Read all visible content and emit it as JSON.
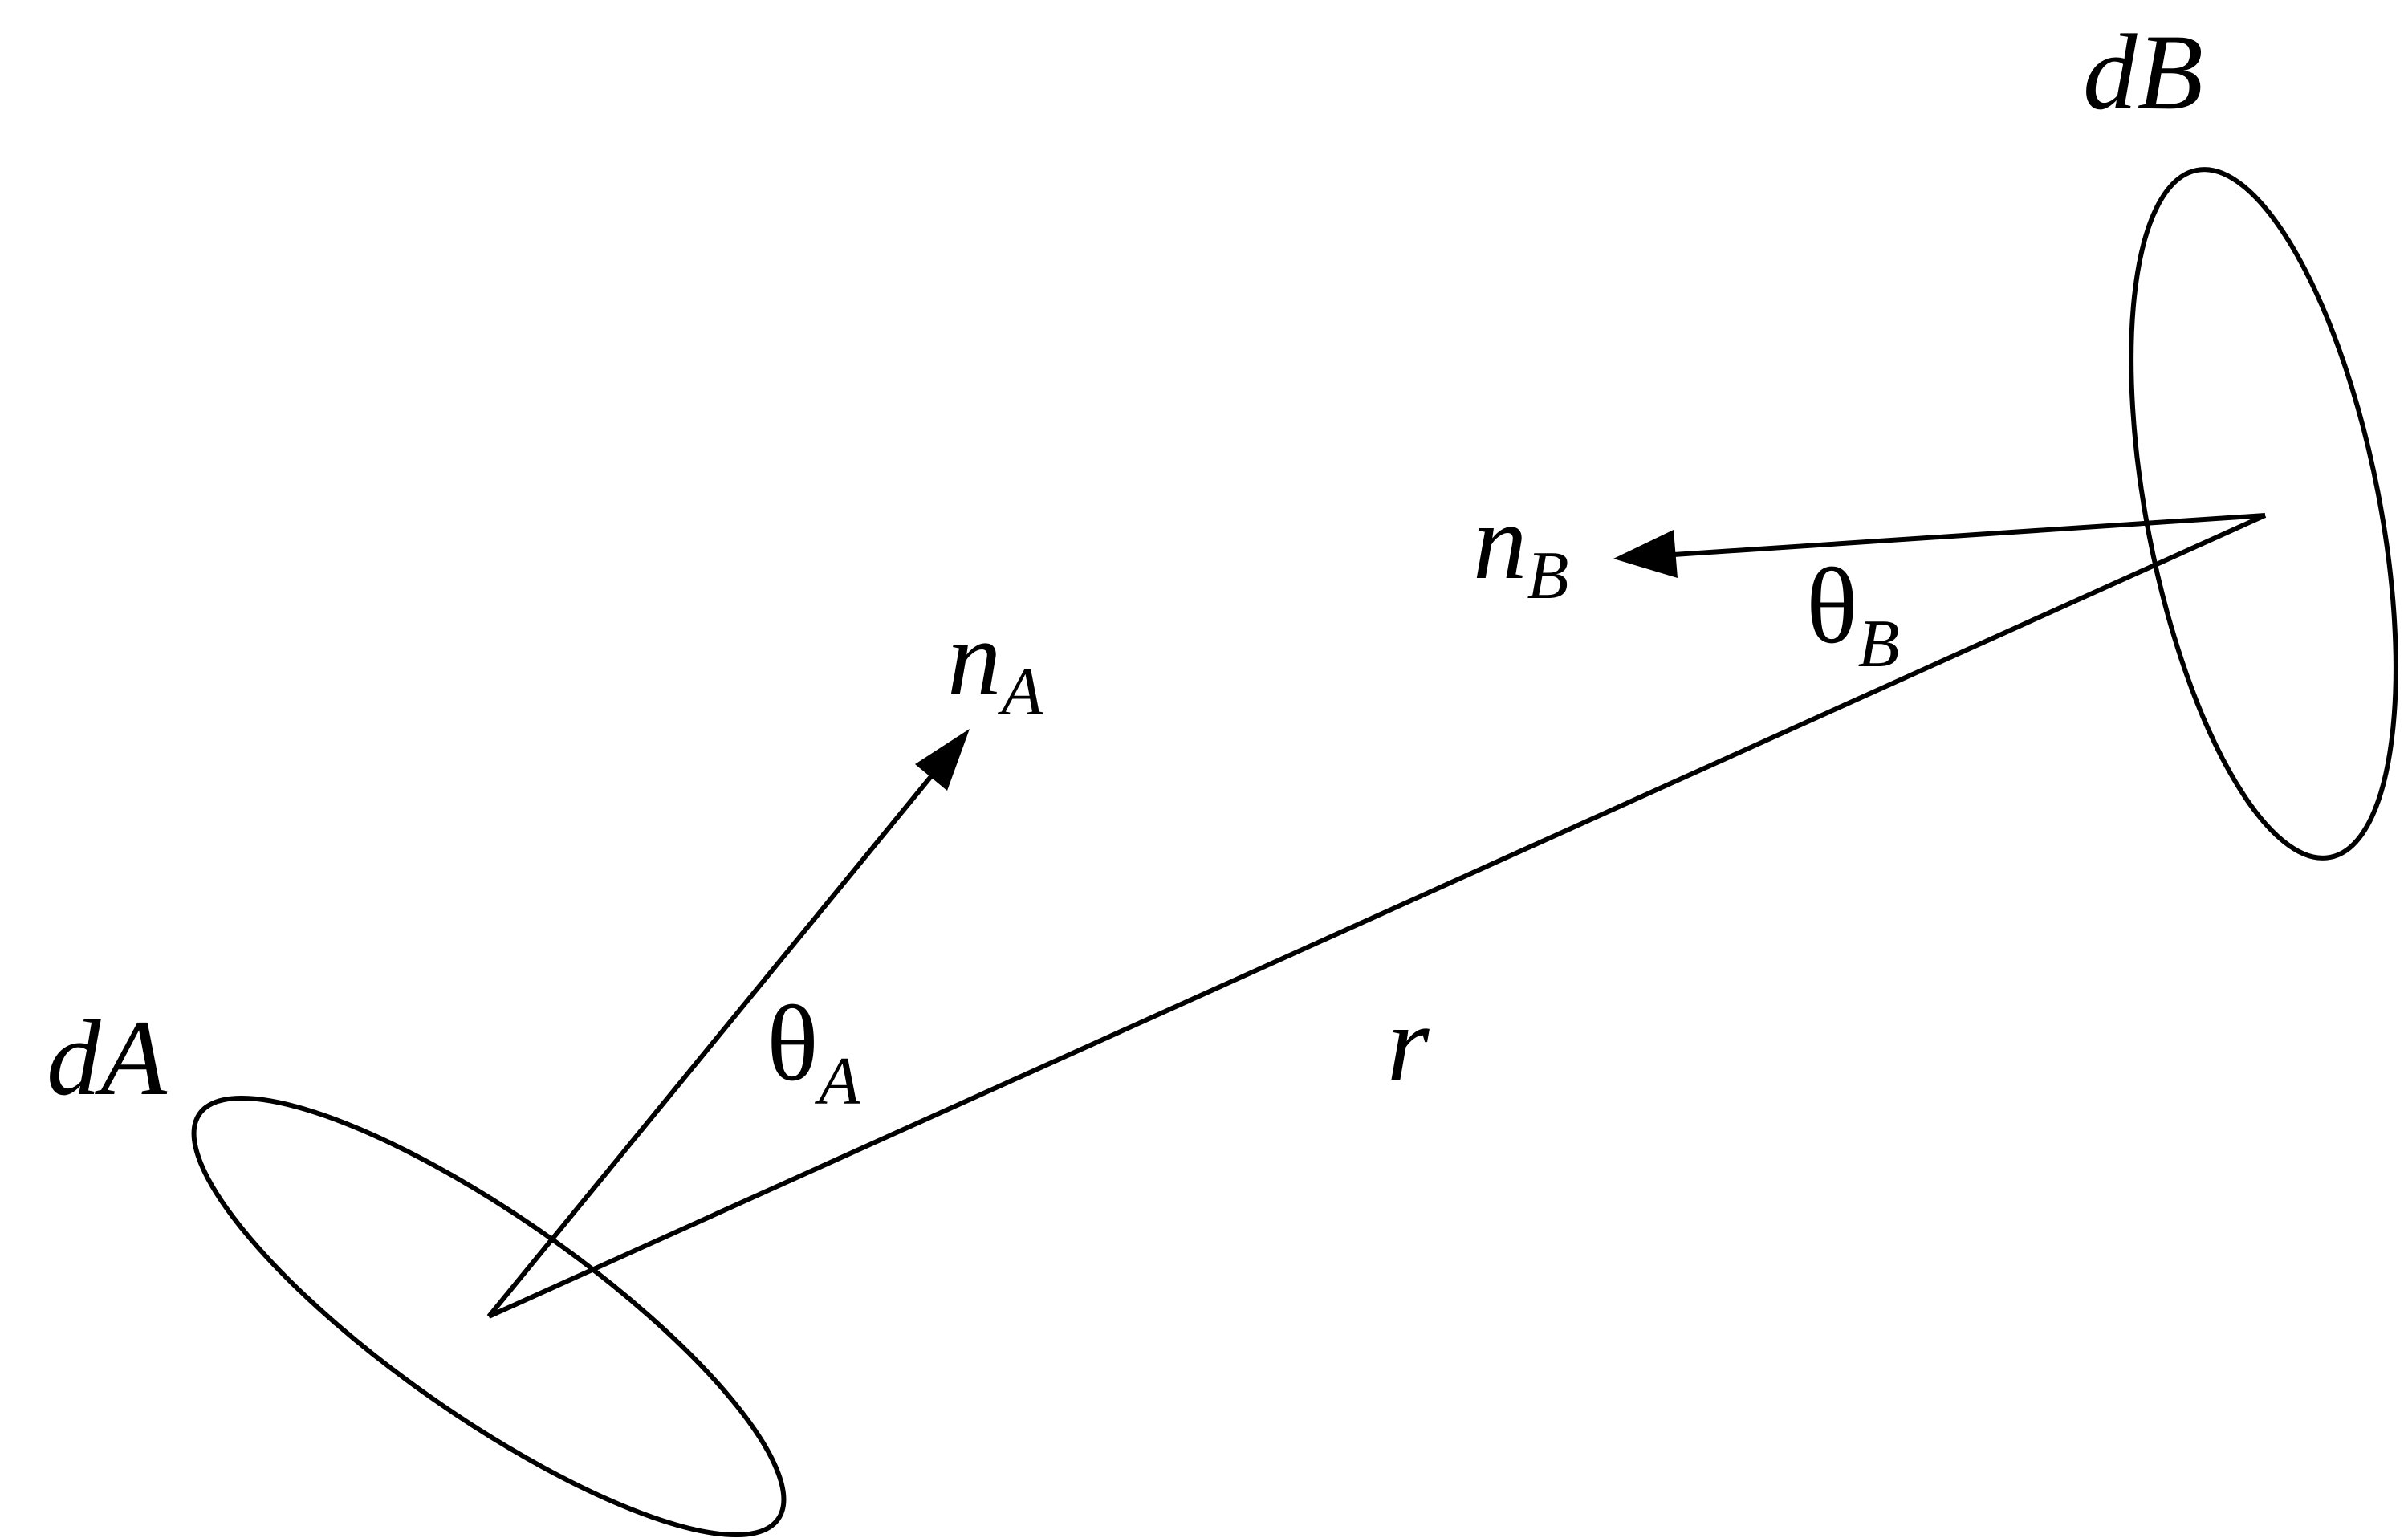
{
  "labels": {
    "dA": "dA",
    "dB": "dB",
    "nA_main": "n",
    "nA_sub": "A",
    "nB_main": "n",
    "nB_sub": "B",
    "thetaA_main": "θ",
    "thetaA_sub": "A",
    "thetaB_main": "θ",
    "thetaB_sub": "B",
    "r": "r"
  },
  "colors": {
    "stroke": "#000000",
    "background": "#ffffff"
  }
}
